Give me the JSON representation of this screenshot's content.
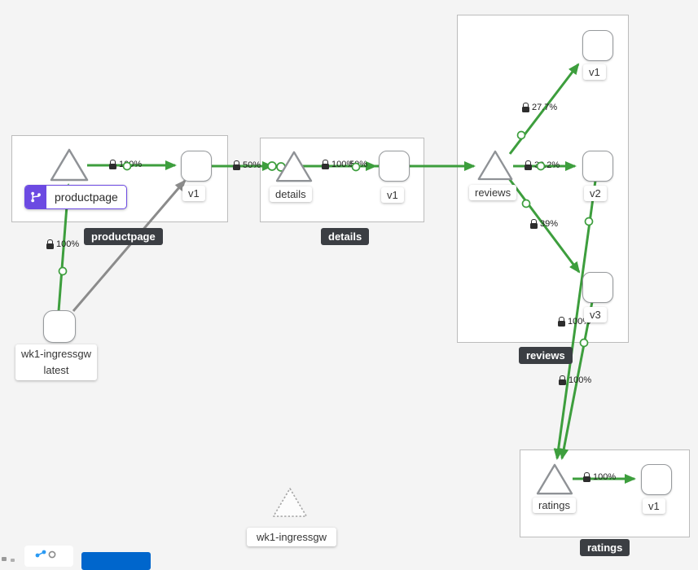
{
  "graph": {
    "groups": {
      "productpage": {
        "tooltip": "productpage"
      },
      "details": {
        "tooltip": "details"
      },
      "reviews": {
        "tooltip": "reviews"
      },
      "ratings": {
        "tooltip": "ratings"
      }
    },
    "nodes": {
      "productpage_svc": {
        "label": "productpage",
        "badge": "virtual-service"
      },
      "productpage_v1": {
        "label": "v1"
      },
      "details_svc": {
        "label": "details"
      },
      "details_v1": {
        "label": "v1"
      },
      "reviews_svc": {
        "label": "reviews"
      },
      "reviews_v1": {
        "label": "v1"
      },
      "reviews_v2": {
        "label": "v2"
      },
      "reviews_v3": {
        "label": "v3"
      },
      "ratings_svc": {
        "label": "ratings"
      },
      "ratings_v1": {
        "label": "v1"
      },
      "ingress_workload": {
        "label": "wk1-ingressgw",
        "version": "latest"
      },
      "ingress_service": {
        "label": "wk1-ingressgw"
      }
    },
    "edges": {
      "ingress_to_productpage": "100%",
      "productpage_svc_to_v1": "100%",
      "productpage_to_details": "50%",
      "productpage_to_reviews": "50%",
      "details_svc_to_v1": "100%",
      "reviews_to_v1": "27.7%",
      "reviews_to_v2": "33.2%",
      "reviews_to_v3": "39%",
      "reviews_v2_to_ratings": "100%",
      "reviews_v3_to_ratings": "100%",
      "ratings_svc_to_v1": "100%"
    }
  },
  "icons": {
    "edge_security": "lock-icon",
    "virtual_service_badge": "code-branch-icon"
  },
  "colors": {
    "edge_healthy": "#3d9e3d",
    "edge_idle": "#8b8b8b",
    "vs_badge": "#6c4ae2",
    "tooltip_bg": "#3b3e43",
    "primary_button": "#0066cc",
    "canvas_bg": "#f4f4f4"
  }
}
